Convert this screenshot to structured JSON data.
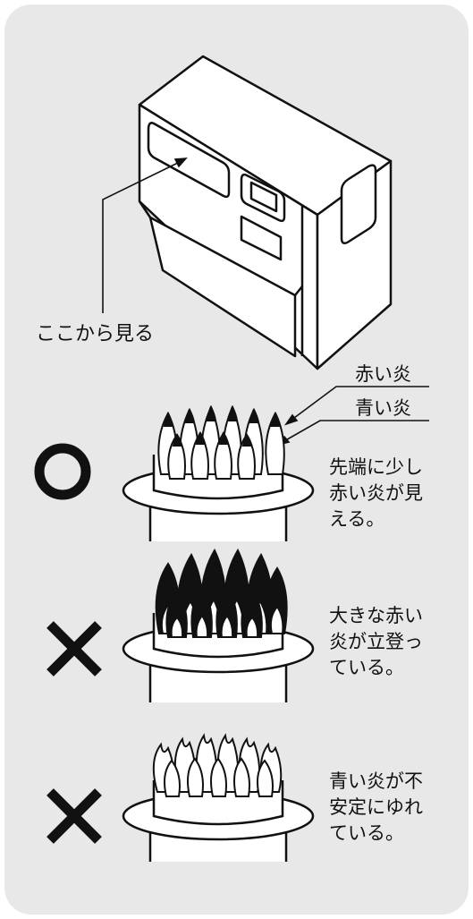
{
  "heater": {
    "look_here_label": "ここから見る"
  },
  "flame_legend": {
    "red_flame": "赤い炎",
    "blue_flame": "青い炎"
  },
  "examples": [
    {
      "mark": "○",
      "line1": "先端に少し",
      "line2": "赤い炎が見",
      "line3": "える。"
    },
    {
      "mark": "×",
      "line1": "大きな赤い",
      "line2": "炎が立登っ",
      "line3": "ている。"
    },
    {
      "mark": "×",
      "line1": "青い炎が不",
      "line2": "安定にゆれ",
      "line3": "ている。"
    }
  ],
  "colors": {
    "background": "#e8e8e8",
    "ink": "#111111",
    "flame_fill": "#ffffff"
  }
}
